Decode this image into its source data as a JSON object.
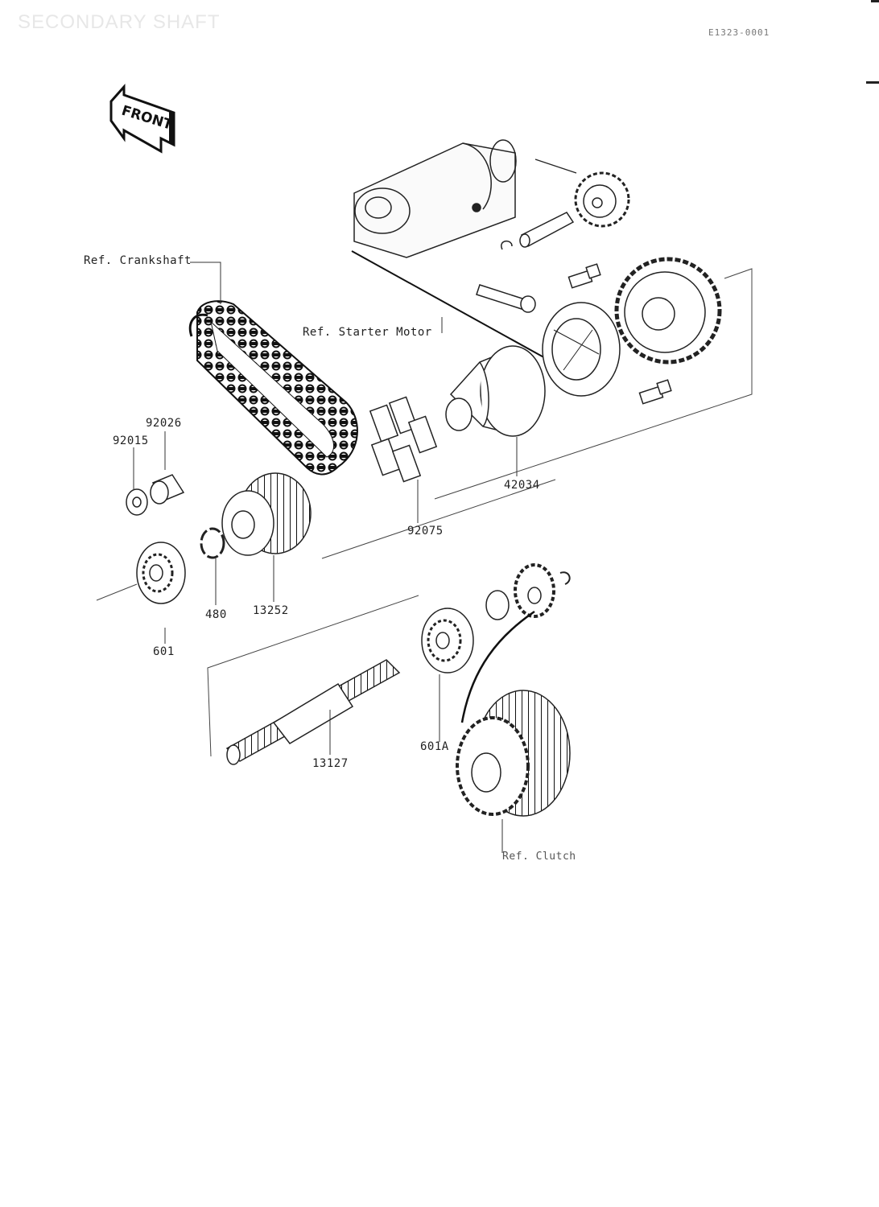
{
  "header": {
    "title": "SECONDARY SHAFT",
    "code": "E1323-0001"
  },
  "front_indicator": "FRONT",
  "references": {
    "crankshaft": "Ref. Crankshaft",
    "starter_motor": "Ref. Starter Motor",
    "clutch": "Ref. Clutch"
  },
  "parts": {
    "p92026": "92026",
    "p92015": "92015",
    "p42034": "42034",
    "p92075": "92075",
    "p480": "480",
    "p13252": "13252",
    "p601": "601",
    "p13127": "13127",
    "p601A": "601A"
  }
}
